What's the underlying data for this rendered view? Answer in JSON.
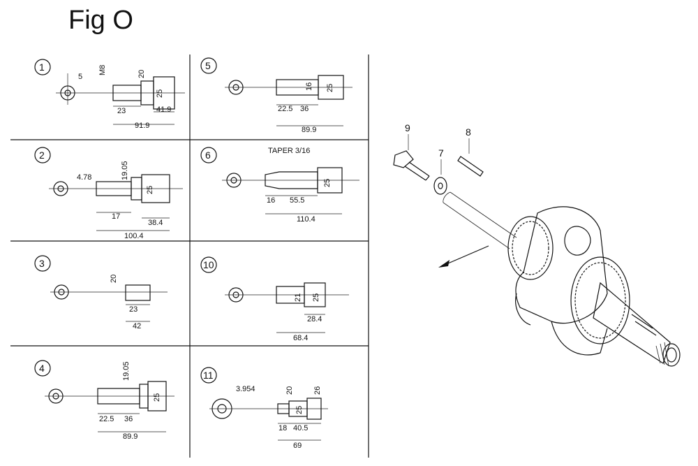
{
  "title": "Fig O",
  "variants": [
    {
      "num": "1",
      "labels": [
        "5",
        "M8",
        "20",
        "25",
        "23",
        "41.9",
        "91.9"
      ]
    },
    {
      "num": "2",
      "labels": [
        "4.78",
        "19.05",
        "25",
        "17",
        "38.4",
        "100.4"
      ]
    },
    {
      "num": "3",
      "labels": [
        "20",
        "23",
        "42"
      ]
    },
    {
      "num": "4",
      "labels": [
        "19.05",
        "25",
        "22.5",
        "36",
        "89.9"
      ]
    },
    {
      "num": "5",
      "labels": [
        "16",
        "25",
        "22.5",
        "36",
        "89.9"
      ]
    },
    {
      "num": "6",
      "labels": [
        "TAPER 3/16",
        "16",
        "55.5",
        "110.4",
        "25"
      ]
    },
    {
      "num": "10",
      "labels": [
        "21",
        "25",
        "28.4",
        "68.4"
      ]
    },
    {
      "num": "11",
      "labels": [
        "3.954",
        "20",
        "26",
        "25",
        "18",
        "40.5",
        "69"
      ]
    }
  ],
  "parts": [
    {
      "num": "9",
      "name": "bolt-icon"
    },
    {
      "num": "7",
      "name": "washer-icon"
    },
    {
      "num": "8",
      "name": "key-icon"
    }
  ]
}
